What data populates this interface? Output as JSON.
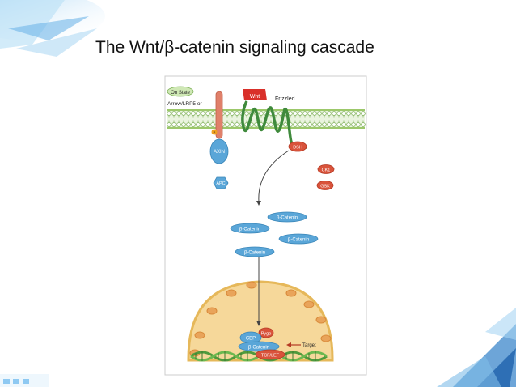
{
  "slide": {
    "title": "The Wnt/β-catenin signaling cascade"
  },
  "diagram": {
    "state_label": "On State",
    "coreceptor_label": "Arrow/LRP5 or",
    "wnt_label": "Wnt",
    "receptor_label": "Frizzled",
    "phospho_label": "P",
    "axin_label": "AXIN",
    "apc_label": "APC",
    "dsh_label": "DSH",
    "ck1_label": "CK1",
    "gsk_label": "GSK",
    "beta_catenin_label": "β-Catenin",
    "pygo_label": "Pygo",
    "cbp_label": "CBP",
    "nuclear_beta_catenin_label": "β-Catenin",
    "tcf_label": "TCF/LEF",
    "target_label": "Target"
  },
  "colors": {
    "membrane": "#9cc86a",
    "coreceptor": "#e0806a",
    "frizzled": "#3f8a3c",
    "wnt": "#d9302a",
    "blue_protein": "#5aa6d8",
    "red_protein": "#d9533b",
    "nucleus": "#f6d89a",
    "nucleus_edge": "#e6b85a",
    "dna": "#4f9a3c"
  }
}
